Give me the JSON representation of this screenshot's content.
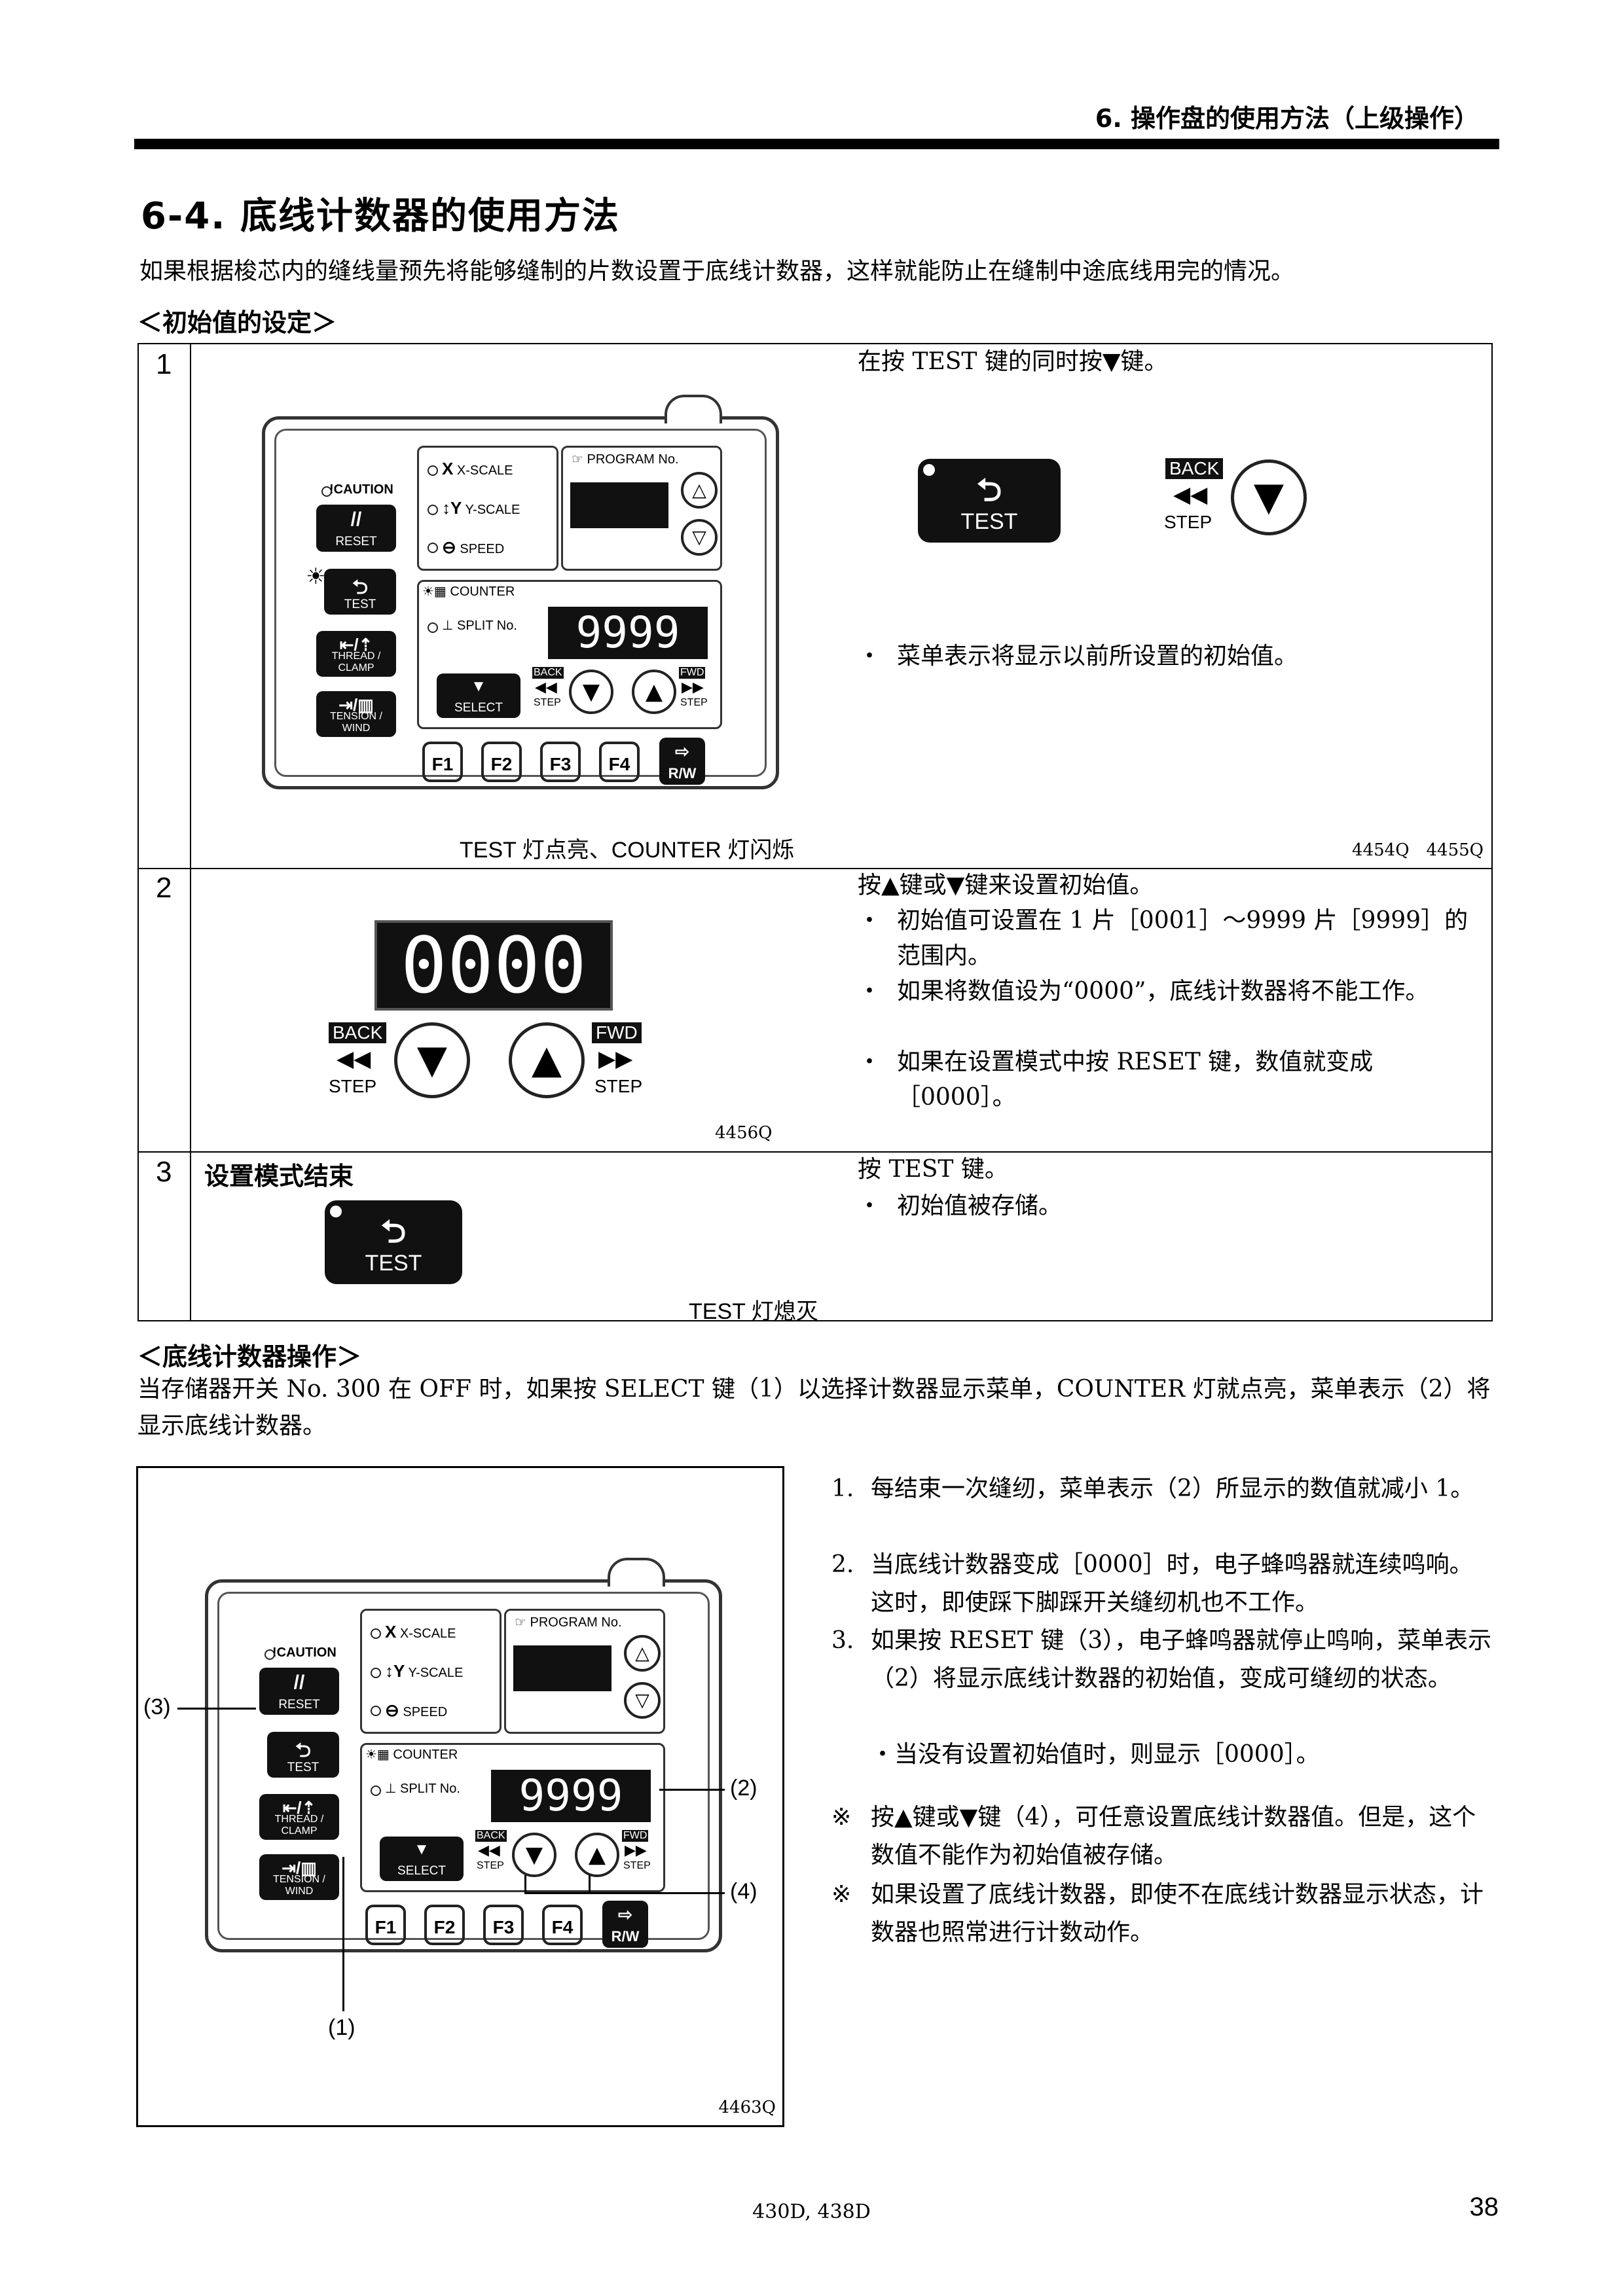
{
  "header": {
    "title": "6. 操作盘的使用方法（上级操作）"
  },
  "section": {
    "title": "6-4. 底线计数器的使用方法",
    "intro": "如果根据梭芯内的缝线量预先将能够缝制的片数设置于底线计数器，这样就能防止在缝制中途底线用完的情况。"
  },
  "initial": {
    "heading": "＜初始值的设定＞",
    "steps": [
      {
        "num": "1",
        "text": "在按 TEST 键的同时按▼键。",
        "bullets": [
          "菜单表示将显示以前所设置的初始值。"
        ],
        "caption": "TEST 灯点亮、COUNTER 灯闪烁",
        "fig_ref": "4454Q　4455Q"
      },
      {
        "num": "2",
        "text": "按▲键或▼键来设置初始值。",
        "bullets": [
          "初始值可设置在 1 片［0001］～9999 片［9999］的范围内。",
          "如果将数值设为“0000”，底线计数器将不能工作。",
          "如果在设置模式中按 RESET 键，数值就变成［0000］。"
        ],
        "display": "0000",
        "fig_ref": "4456Q"
      },
      {
        "num": "3",
        "label": "设置模式结束",
        "text": "按 TEST 键。",
        "bullets": [
          "初始值被存储。"
        ],
        "caption": "TEST 灯熄灭"
      }
    ]
  },
  "operation": {
    "heading": "＜底线计数器操作＞",
    "intro": "当存储器开关 No. 300 在 OFF 时，如果按 SELECT 键（1）以选择计数器显示菜单，COUNTER 灯就点亮，菜单表示（2）将显示底线计数器。",
    "items": [
      {
        "n": "1.",
        "text": "每结束一次缝纫，菜单表示（2）所显示的数值就减小 1。"
      },
      {
        "n": "2.",
        "text": "当底线计数器变成［0000］时，电子蜂鸣器就连续鸣响。这时，即使踩下脚踩开关缝纫机也不工作。"
      },
      {
        "n": "3.",
        "text": "如果按 RESET 键（3），电子蜂鸣器就停止鸣响，菜单表示（2）将显示底线计数器的初始值，变成可缝纫的状态。"
      }
    ],
    "subnote": "・当没有设置初始值时，则显示［0000］。",
    "notes": [
      {
        "n": "※",
        "text": "按▲键或▼键（4），可任意设置底线计数器值。但是，这个数值不能作为初始值被存储。"
      },
      {
        "n": "※",
        "text": "如果设置了底线计数器，即使不在底线计数器显示状态，计数器也照常进行计数动作。"
      }
    ],
    "callouts": {
      "c1": "(1)",
      "c2": "(2)",
      "c3": "(3)",
      "c4": "(4)"
    },
    "fig_ref": "4463Q"
  },
  "panel": {
    "caution": "CAUTION",
    "reset": "RESET",
    "test": "TEST",
    "thread_clamp": "THREAD / CLAMP",
    "tension_wind": "TENSION / WIND",
    "x_scale": "X-SCALE",
    "y_scale": "Y-SCALE",
    "speed": "SPEED",
    "counter": "COUNTER",
    "split": "SPLIT No.",
    "program": "PROGRAM No.",
    "display": "9999",
    "select": "SELECT",
    "back": "BACK",
    "fwd": "FWD",
    "step": "STEP",
    "f1": "F1",
    "f2": "F2",
    "f3": "F3",
    "f4": "F4",
    "rw": "R/W"
  },
  "footer": {
    "model": "430D, 438D",
    "page": "38"
  }
}
